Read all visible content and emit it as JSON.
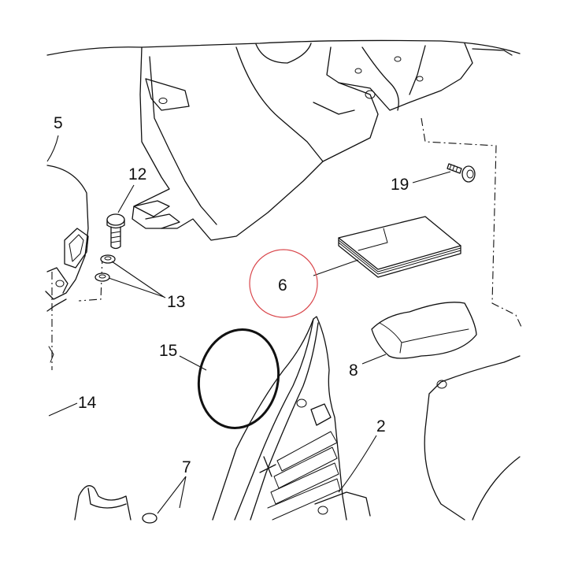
{
  "labels": {
    "part_2": "2",
    "part_5": "5",
    "part_6": "6",
    "part_7": "7",
    "part_8": "8",
    "part_12": "12",
    "part_13": "13",
    "part_14": "14",
    "part_15": "15",
    "part_19": "19"
  },
  "colors": {
    "line": "#111111",
    "highlight_circle": "#d9464b",
    "background": "#ffffff"
  }
}
